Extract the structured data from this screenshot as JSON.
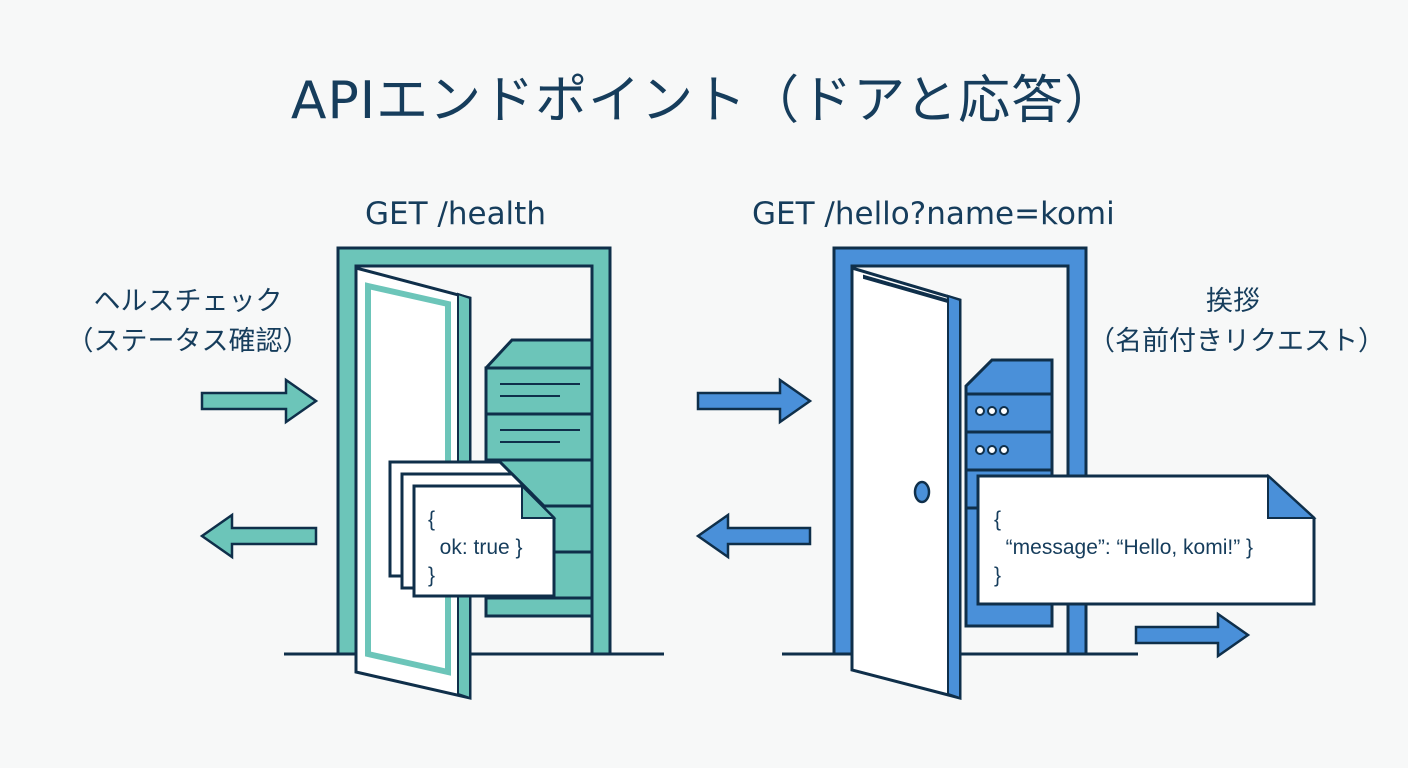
{
  "title": "APIエンドポイント（ドアと応答）",
  "left": {
    "endpoint": "GET /health",
    "label_line1": "ヘルスチェック",
    "label_line2": "（ステータス確認）",
    "response_line1": "{",
    "response_line2": "  ok: true }",
    "response_line3": "}",
    "accent_color": "#6cc5b9"
  },
  "right": {
    "endpoint": "GET /hello?name=komi",
    "label_line1": "挨拶",
    "label_line2": "（名前付きリクエスト）",
    "response_line1": "{",
    "response_line2": "  “message”: “Hello, komi!” }",
    "response_line3": "}",
    "accent_color": "#4a90d9"
  },
  "outline_color": "#0f2f4a"
}
